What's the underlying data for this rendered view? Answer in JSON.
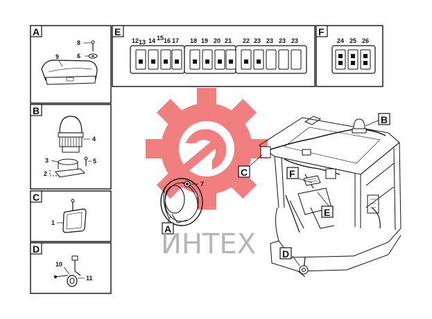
{
  "panels": {
    "A": {
      "letter": "A",
      "callouts": [
        "8",
        "9",
        "6"
      ]
    },
    "B": {
      "letter": "B",
      "callouts": [
        "4",
        "3",
        "5",
        "2"
      ]
    },
    "C": {
      "letter": "C",
      "callouts": [
        "1"
      ]
    },
    "D": {
      "letter": "D",
      "callouts": [
        "10",
        "11"
      ]
    },
    "E": {
      "letter": "E",
      "switch_numbers": [
        "12",
        "13",
        "14",
        "15",
        "16",
        "17",
        "18",
        "19",
        "20",
        "21",
        "22",
        "23",
        "23",
        "23",
        "23"
      ]
    },
    "F": {
      "letter": "F",
      "switch_numbers": [
        "24",
        "25",
        "26"
      ]
    }
  },
  "truck_callouts": {
    "B": "B",
    "C": "C",
    "A": "A",
    "F": "F",
    "E": "E",
    "D": "D",
    "seven": "7"
  },
  "watermark": "ИНТЕХ",
  "colors": {
    "gear_watermark": "#ee5555",
    "line": "#111111"
  }
}
